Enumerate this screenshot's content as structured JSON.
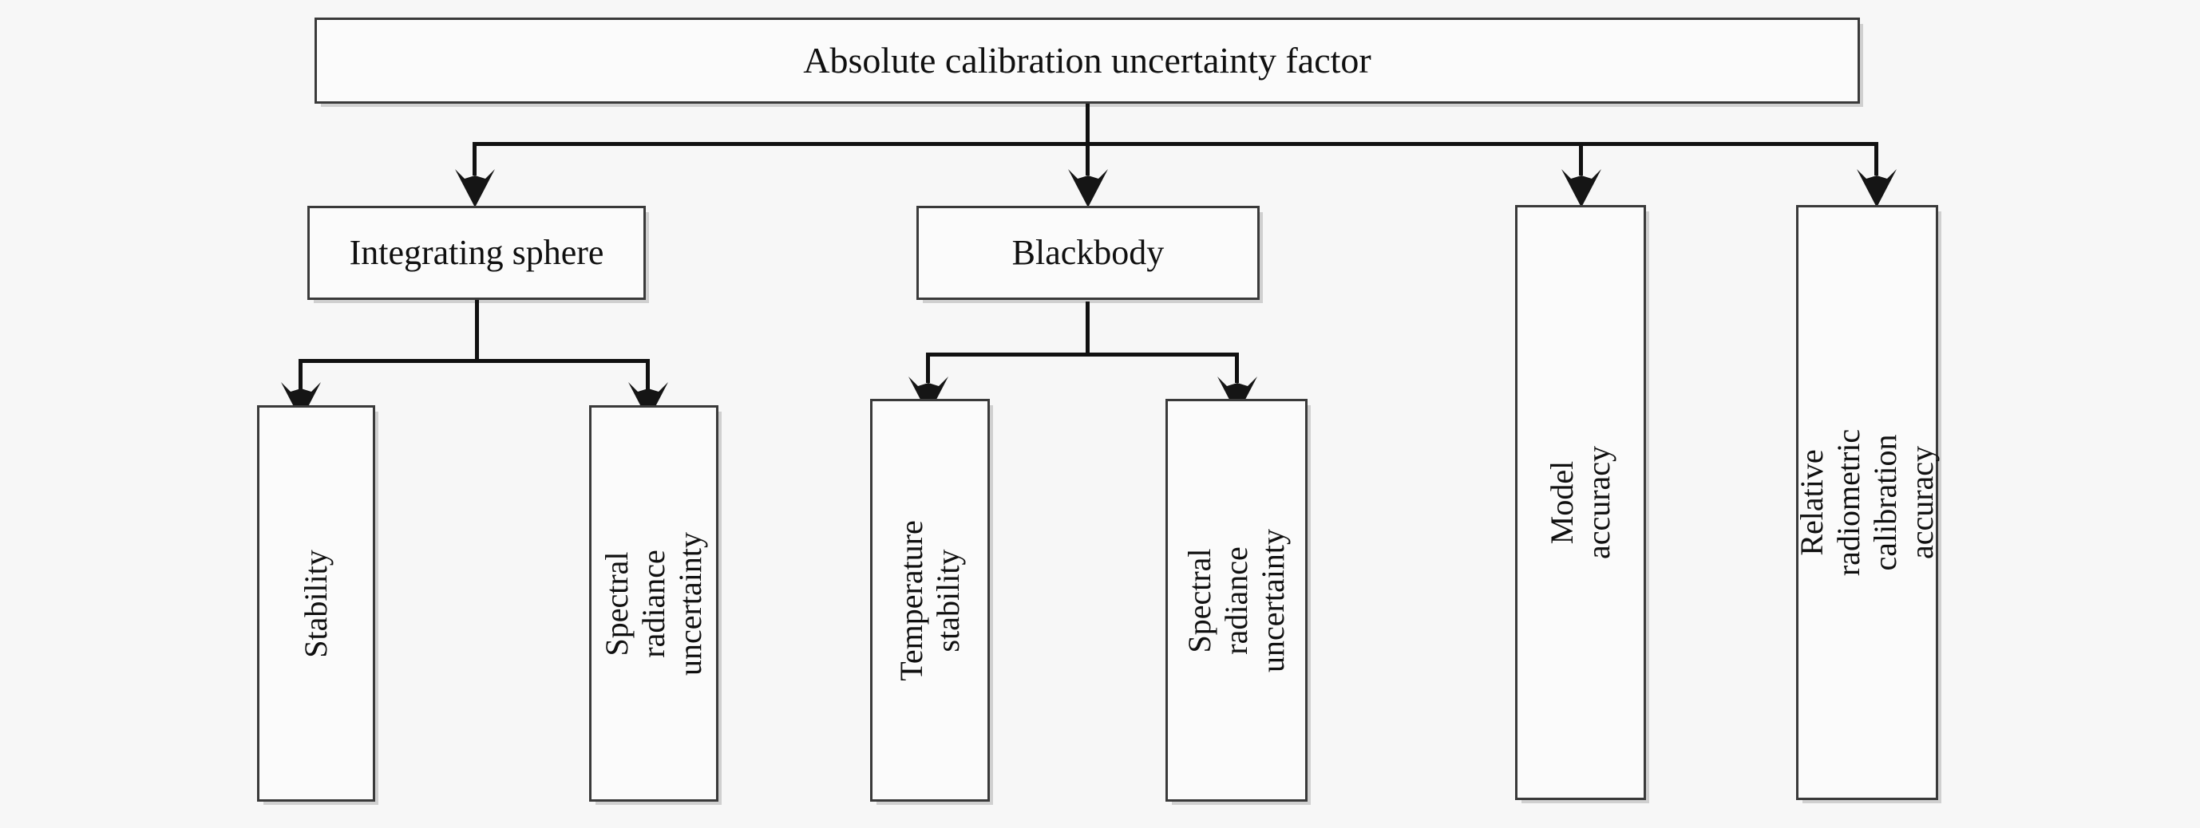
{
  "diagram": {
    "title": "Absolute calibration uncertainty factor",
    "type": "tree",
    "background_color": "#f7f7f7",
    "box_fill_color": "#fbfbfb",
    "box_border_color": "#3a3a3a",
    "connector_color": "#111111",
    "levels": [
      {
        "level": 1,
        "nodes": [
          {
            "id": "root",
            "label": "Absolute calibration uncertainty factor",
            "orientation": "horizontal"
          }
        ]
      },
      {
        "level": 2,
        "nodes": [
          {
            "id": "integrating-sphere",
            "label": "Integrating sphere",
            "orientation": "horizontal"
          },
          {
            "id": "blackbody",
            "label": "Blackbody",
            "orientation": "horizontal"
          },
          {
            "id": "model-accuracy",
            "label": "Model accuracy",
            "orientation": "vertical"
          },
          {
            "id": "relative-radiometric-calibration-accuracy",
            "label": "Relative radiometric calibration\naccuracy",
            "orientation": "vertical"
          }
        ]
      },
      {
        "level": 3,
        "nodes": [
          {
            "id": "stability",
            "label": "Stability",
            "orientation": "vertical",
            "parent": "integrating-sphere"
          },
          {
            "id": "spectral-radiance-uncertainty-sphere",
            "label": "Spectral radiance\nuncertainty",
            "orientation": "vertical",
            "parent": "integrating-sphere"
          },
          {
            "id": "temperature-stability",
            "label": "Temperature stability",
            "orientation": "vertical",
            "parent": "blackbody"
          },
          {
            "id": "spectral-radiance-uncertainty-blackbody",
            "label": "Spectral radiance\nuncertainty",
            "orientation": "vertical",
            "parent": "blackbody"
          }
        ]
      }
    ],
    "edges": [
      {
        "from": "root",
        "to": "integrating-sphere"
      },
      {
        "from": "root",
        "to": "blackbody"
      },
      {
        "from": "root",
        "to": "model-accuracy"
      },
      {
        "from": "root",
        "to": "relative-radiometric-calibration-accuracy"
      },
      {
        "from": "integrating-sphere",
        "to": "stability"
      },
      {
        "from": "integrating-sphere",
        "to": "spectral-radiance-uncertainty-sphere"
      },
      {
        "from": "blackbody",
        "to": "temperature-stability"
      },
      {
        "from": "blackbody",
        "to": "spectral-radiance-uncertainty-blackbody"
      }
    ]
  }
}
